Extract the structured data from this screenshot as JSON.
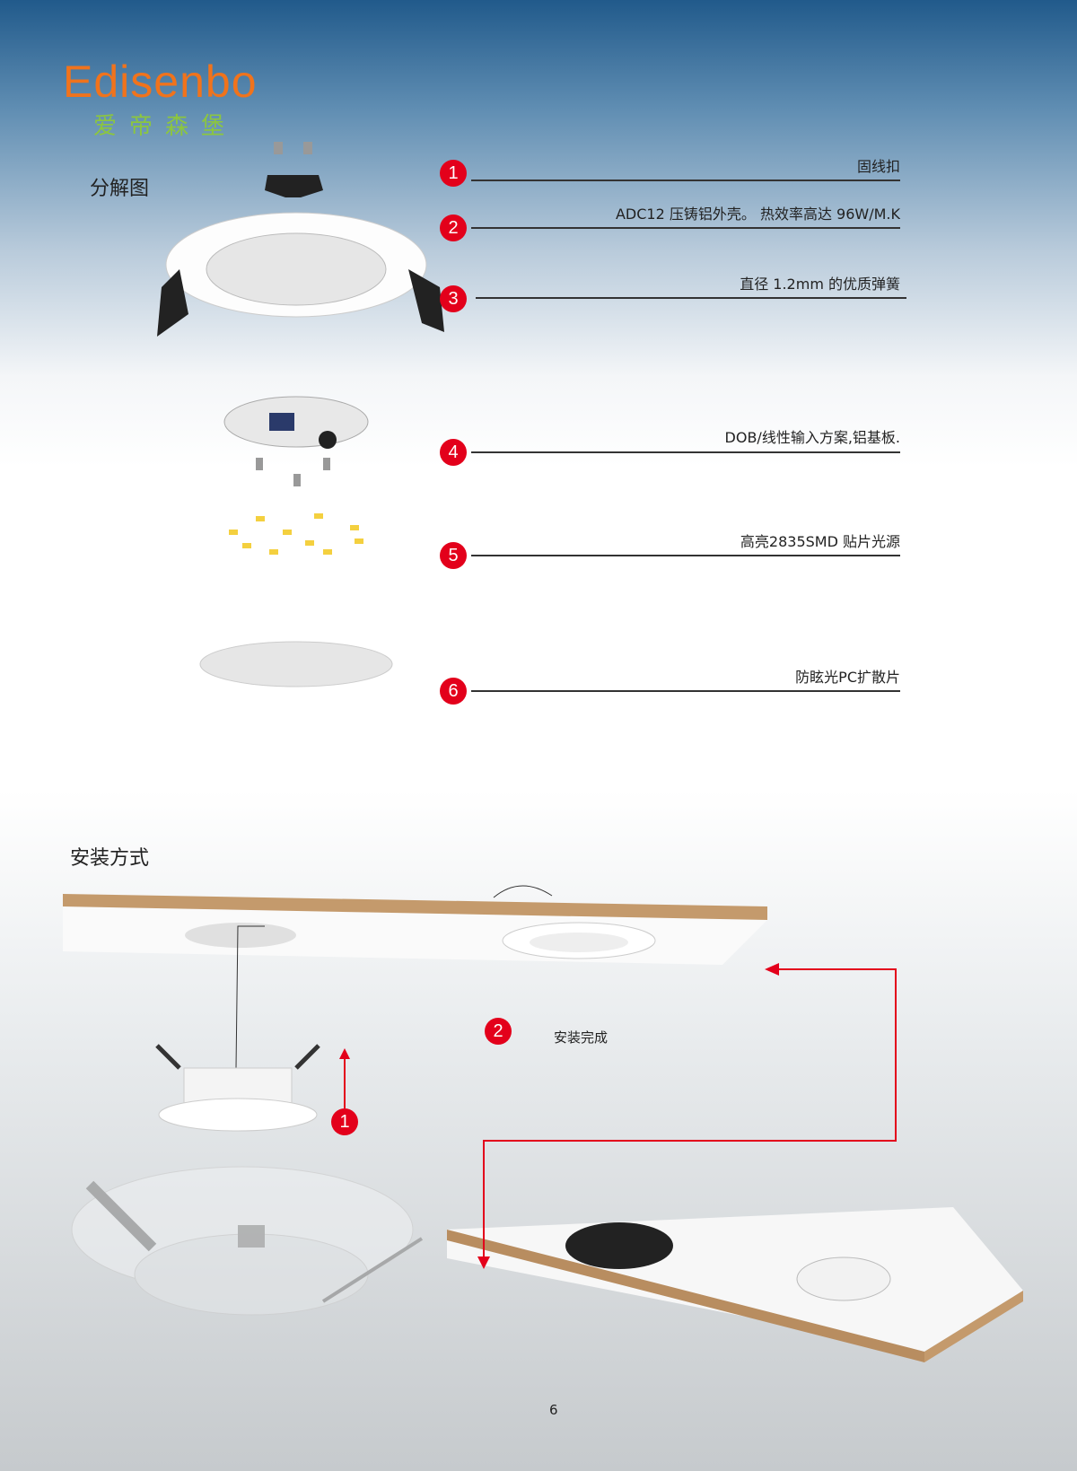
{
  "brand": {
    "name_en": "Edisenbo",
    "name_cn": "爱帝森堡"
  },
  "exploded_view": {
    "title": "分解图",
    "callouts": [
      {
        "number": "1",
        "text": "固线扣"
      },
      {
        "number": "2",
        "text": "ADC12 压铸铝外壳。 热效率高达 96W/M.K"
      },
      {
        "number": "3",
        "text": "直径 1.2mm 的优质弹簧"
      },
      {
        "number": "4",
        "text": "DOB/线性输入方案,铝基板."
      },
      {
        "number": "5",
        "text": "高亮2835SMD 贴片光源"
      },
      {
        "number": "6",
        "text": "防眩光PC扩散片"
      }
    ]
  },
  "installation": {
    "title": "安装方式",
    "step1": {
      "number": "1"
    },
    "step2": {
      "number": "2",
      "text": "安装完成"
    }
  },
  "page_number": "6",
  "colors": {
    "accent_red": "#e3001b",
    "brand_orange": "#f0731c",
    "brand_green": "#8cc63f"
  }
}
